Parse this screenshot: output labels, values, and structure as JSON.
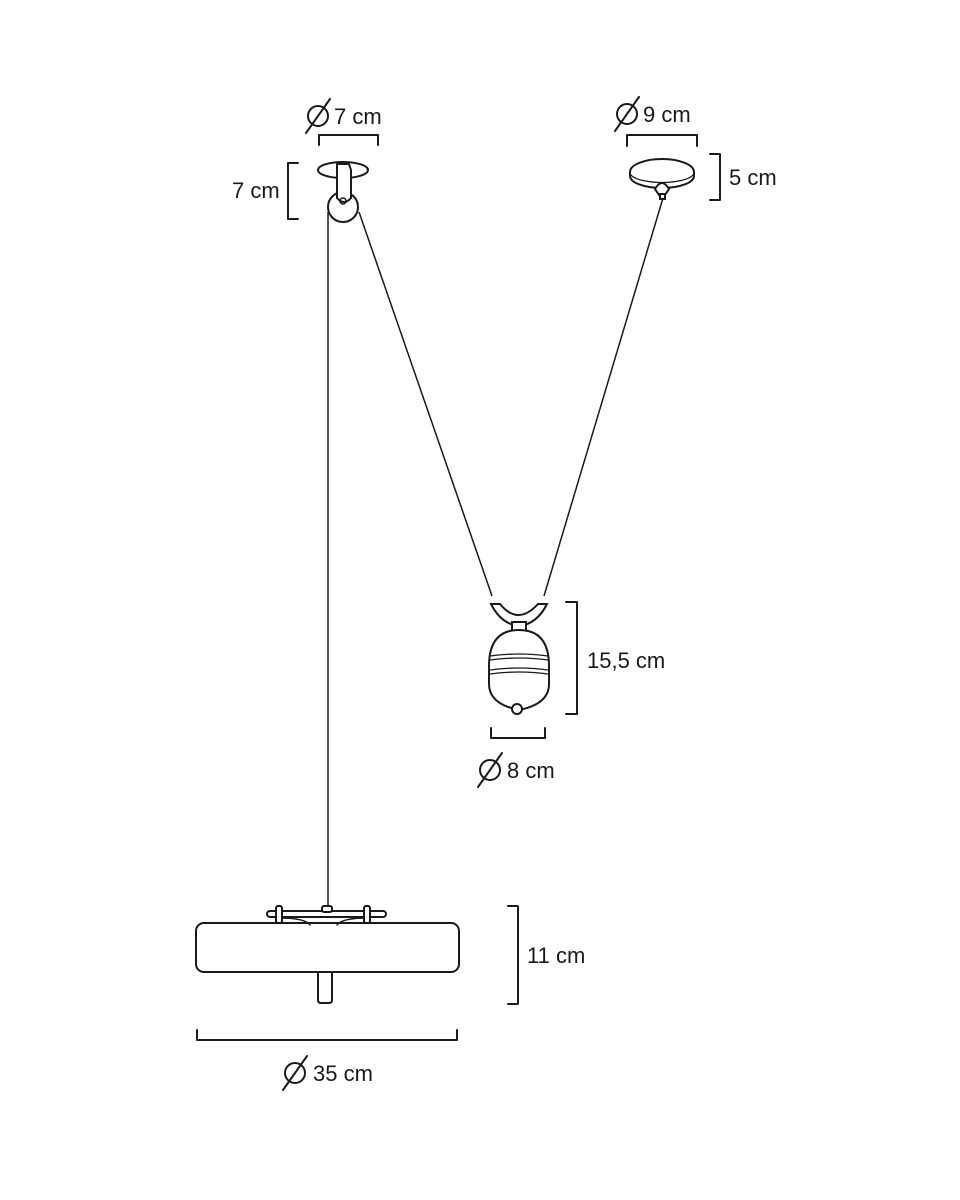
{
  "title": "Pendant lamp with counterweight - dimensions",
  "colors": {
    "line": "#1a1a1a",
    "background": "#ffffff"
  },
  "dimensions": {
    "pulley_diameter": "7 cm",
    "pulley_height": "7 cm",
    "canopy_diameter": "9 cm",
    "canopy_height": "5 cm",
    "counterweight_height": "15,5 cm",
    "counterweight_diameter": "8 cm",
    "shade_height": "11 cm",
    "shade_diameter": "35 cm"
  },
  "diameter_symbol": "⌀"
}
